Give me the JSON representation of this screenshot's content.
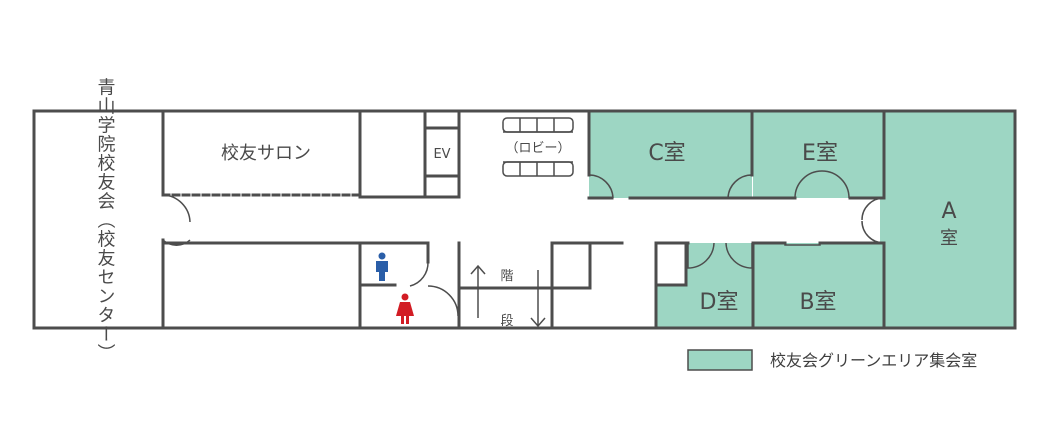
{
  "rooms": {
    "center": {
      "label": "青山学院校友会（校友センター）"
    },
    "salon": {
      "label": "校友サロン"
    },
    "ev": {
      "label": "EV"
    },
    "lobby": {
      "label": "（ロビー）"
    },
    "room_c": {
      "label": "C室"
    },
    "room_e": {
      "label": "E室"
    },
    "room_a": {
      "label_line1": "A",
      "label_line2": "室"
    },
    "room_d": {
      "label": "D室"
    },
    "room_b": {
      "label": "B室"
    }
  },
  "stairs": {
    "label_top": "階",
    "label_bottom": "段"
  },
  "legend": {
    "label": "校友会グリーンエリア集会室",
    "color": "#9dd6c3"
  },
  "colors": {
    "wall": "#4d4d4d",
    "green": "#9dd6c3",
    "male": "#2a5ea8",
    "female": "#d21c24"
  },
  "icons": {
    "male": "male-restroom-icon",
    "female": "female-restroom-icon",
    "sofa": "sofa-icon"
  }
}
